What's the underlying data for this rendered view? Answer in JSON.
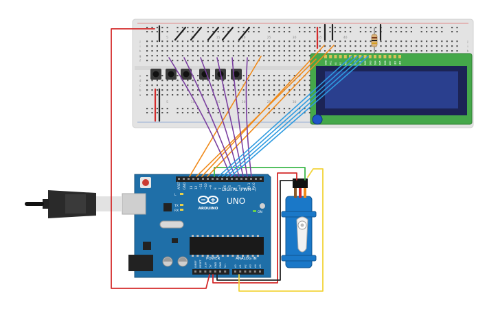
{
  "board": {
    "brand": "ARDUINO",
    "model": "UNO",
    "digital_header": "DIGITAL (PWM~)",
    "power_label": "POWER",
    "analog_label": "ANALOG IN",
    "tx_label": "TX",
    "rx_label": "RX",
    "l_label": "L",
    "on_label": "ON",
    "aref_label": "AREF",
    "gnd_label": "GND",
    "digital_pins": [
      "13",
      "12",
      "~11",
      "~10",
      "~9",
      "8",
      "7",
      "~6",
      "~5",
      "4",
      "~3",
      "2",
      "TX 1",
      "RX 0"
    ],
    "power_pins": [
      "IOREF",
      "RESET",
      "3.3V",
      "5V",
      "GND",
      "GND",
      "Vin"
    ],
    "analog_pins": [
      "A0",
      "A1",
      "A2",
      "A3",
      "A4",
      "A5"
    ]
  },
  "breadboard": {
    "row_letters": [
      "a",
      "b",
      "c",
      "d",
      "e",
      "f",
      "g",
      "h",
      "i",
      "j"
    ],
    "column_numbers": [
      "5",
      "10",
      "15",
      "20",
      "25",
      "30",
      "35",
      "40"
    ]
  },
  "lcd": {
    "pin_labels": [
      "GND",
      "VCC",
      "V0",
      "RS",
      "RW",
      "E",
      "DB0",
      "DB1",
      "DB2",
      "DB3",
      "DB4",
      "DB5",
      "DB6",
      "DB7",
      "LED",
      "LED"
    ]
  },
  "colors": {
    "board": "#1f6fa8",
    "breadboard": "#e2e2e2",
    "lcd_pcb": "#45a84a",
    "lcd_screen": "#1f2b6d",
    "servo": "#1a78c8",
    "wire_red": "#d42a2a",
    "wire_black": "#222222",
    "wire_orange": "#f08a1a",
    "wire_purple": "#7a3fa0",
    "wire_blue": "#2f9be0",
    "wire_green": "#3cb84a",
    "wire_yellow": "#f2d43a"
  },
  "icons": {
    "usb": "usb-plug-icon",
    "arduino_logo": "infinity-logo-icon"
  }
}
